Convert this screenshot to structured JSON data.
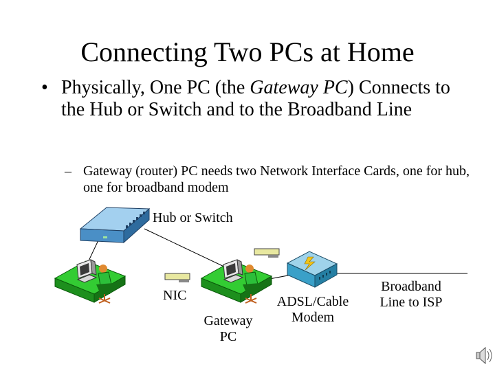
{
  "title": "Connecting Two PCs at Home",
  "bullet": {
    "marker": "•",
    "part1": "Physically, One PC (the ",
    "italic": "Gateway PC",
    "part2": ") Connects to the Hub or Switch and to the Broadband Line"
  },
  "sub_bullet": {
    "marker": "–",
    "text": "Gateway (router) PC needs two Network Interface Cards, one for hub, one for broadband modem"
  },
  "diagram": {
    "hub_label": "Hub or Switch",
    "nic_label": "NIC",
    "gateway_label_line1": "Gateway",
    "gateway_label_line2": "PC",
    "modem_label_line1": "ADSL/Cable",
    "modem_label_line2": "Modem",
    "broadband_label_line1": "Broadband",
    "broadband_label_line2": "Line to ISP"
  },
  "colors": {
    "desk": "#33cc33",
    "hub": "#4a8fc6",
    "modem": "#3aa0c8",
    "person": "#2cbf3a",
    "skin": "#e08a30"
  },
  "icons": [
    "hub-icon",
    "workstation-icon",
    "nic-card-icon",
    "modem-icon",
    "speaker-icon"
  ]
}
